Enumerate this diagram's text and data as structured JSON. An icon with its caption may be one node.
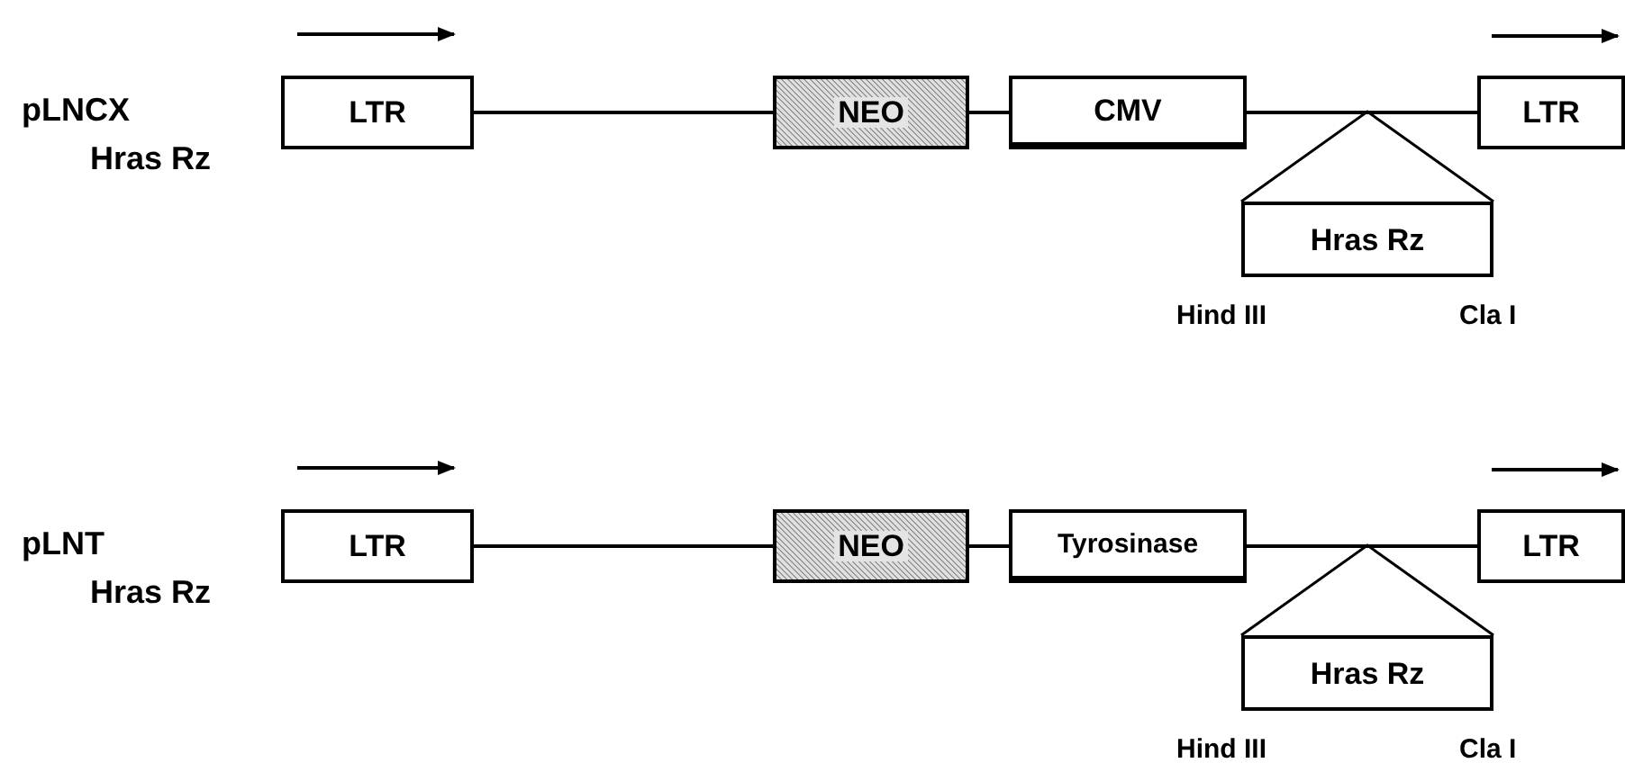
{
  "diagram": {
    "nodes": [
      {
        "text": [
          "LTR"
        ]
      },
      {
        "text": [
          "NEO"
        ]
      },
      {
        "text": [
          "CMV"
        ]
      },
      {
        "text": [
          "LTR"
        ]
      },
      {
        "text": [
          "Hras Rz"
        ]
      },
      {
        "text": [
          "LTR"
        ]
      },
      {
        "text": [
          "NEO"
        ]
      },
      {
        "text": [
          "Tyrosinase"
        ]
      },
      {
        "text": [
          "LTR"
        ]
      },
      {
        "text": [
          "Hras Rz"
        ]
      }
    ],
    "edges": [
      {
        "from": 0,
        "to": 1,
        "arrow": "none"
      },
      {
        "from": 1,
        "to": 2,
        "arrow": "none"
      },
      {
        "from": 2,
        "to": 3,
        "arrow": "none"
      },
      {
        "from": 5,
        "to": 6,
        "arrow": "none"
      },
      {
        "from": 6,
        "to": 7,
        "arrow": "none"
      },
      {
        "from": 7,
        "to": 8,
        "arrow": "none"
      }
    ],
    "labels": [
      "pLNCX",
      "Hras Rz",
      "Hind III",
      "Cla I",
      "pLNT",
      "Hras Rz",
      "Hind III",
      "Cla I"
    ]
  }
}
